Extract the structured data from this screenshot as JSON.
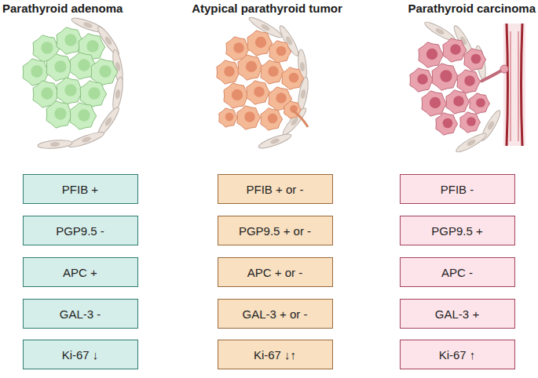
{
  "diagram": {
    "nodes": [
      {
        "text": [
          "PFIB +"
        ]
      },
      {
        "text": [
          "PFIB + or -"
        ]
      },
      {
        "text": [
          "PFIB -"
        ]
      },
      {
        "text": [
          "PGP9.5 -"
        ]
      },
      {
        "text": [
          "PGP9.5 + or -"
        ]
      },
      {
        "text": [
          "PGP9.5 +"
        ]
      },
      {
        "text": [
          "APC +"
        ]
      },
      {
        "text": [
          "APC + or -"
        ]
      },
      {
        "text": [
          "APC -"
        ]
      },
      {
        "text": [
          "GAL-3 -"
        ]
      },
      {
        "text": [
          "GAL-3 + or -"
        ]
      },
      {
        "text": [
          "GAL-3 +"
        ]
      },
      {
        "text": [
          "Ki-67 ↓"
        ]
      },
      {
        "text": [
          "Ki-67 ↓↑"
        ]
      },
      {
        "text": [
          "Ki-67 ↑"
        ]
      }
    ],
    "labels": [
      "Parathyroid adenoma",
      "Atypical parathyroid tumor",
      "Parathyroid carcinoma"
    ]
  }
}
